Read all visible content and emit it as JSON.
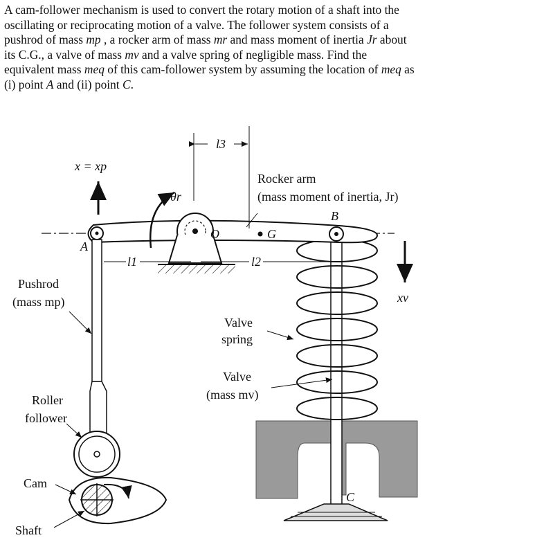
{
  "problem": {
    "line1": "A cam-follower mechanism is used to convert the rotary motion of a shaft into the",
    "line2": "oscillating or reciprocating motion of a valve. The follower system consists of a",
    "line3_a": "pushrod of mass ",
    "line3_mp": "mp",
    "line3_b": " , a rocker arm of mass ",
    "line3_mr": "mr",
    "line3_c": " and mass moment of inertia ",
    "line3_Jr": "Jr",
    "line3_d": " about",
    "line4_a": "its C.G., a valve of mass ",
    "line4_mv": "mv",
    "line4_b": " and a valve spring of negligible mass. Find the",
    "line5_a": "equivalent mass ",
    "line5_meq": "meq",
    "line5_b": " of this cam-follower system by assuming the location of ",
    "line5_meq2": "meq",
    "line5_c": " as",
    "line6_a": "(i) point ",
    "line6_A": "A",
    "line6_b": " and (ii) point ",
    "line6_C": "C",
    "line6_c": "."
  },
  "diagram": {
    "x_eq_xp": "x = xp",
    "theta_r": "θr",
    "l3": "l3",
    "l1": "l1",
    "l2": "l2",
    "rocker_arm": "Rocker arm",
    "rocker_arm_sub": "(mass moment of inertia, Jr)",
    "point_A": "A",
    "point_O": "O",
    "point_G": "G",
    "point_B": "B",
    "point_C": "C",
    "xv": "xv",
    "pushrod": "Pushrod",
    "pushrod_sub": "(mass mp)",
    "valve_spring_1": "Valve",
    "valve_spring_2": "spring",
    "valve_1": "Valve",
    "valve_2": "(mass mv)",
    "roller_1": "Roller",
    "roller_2": "follower",
    "cam": "Cam",
    "shaft": "Shaft"
  }
}
